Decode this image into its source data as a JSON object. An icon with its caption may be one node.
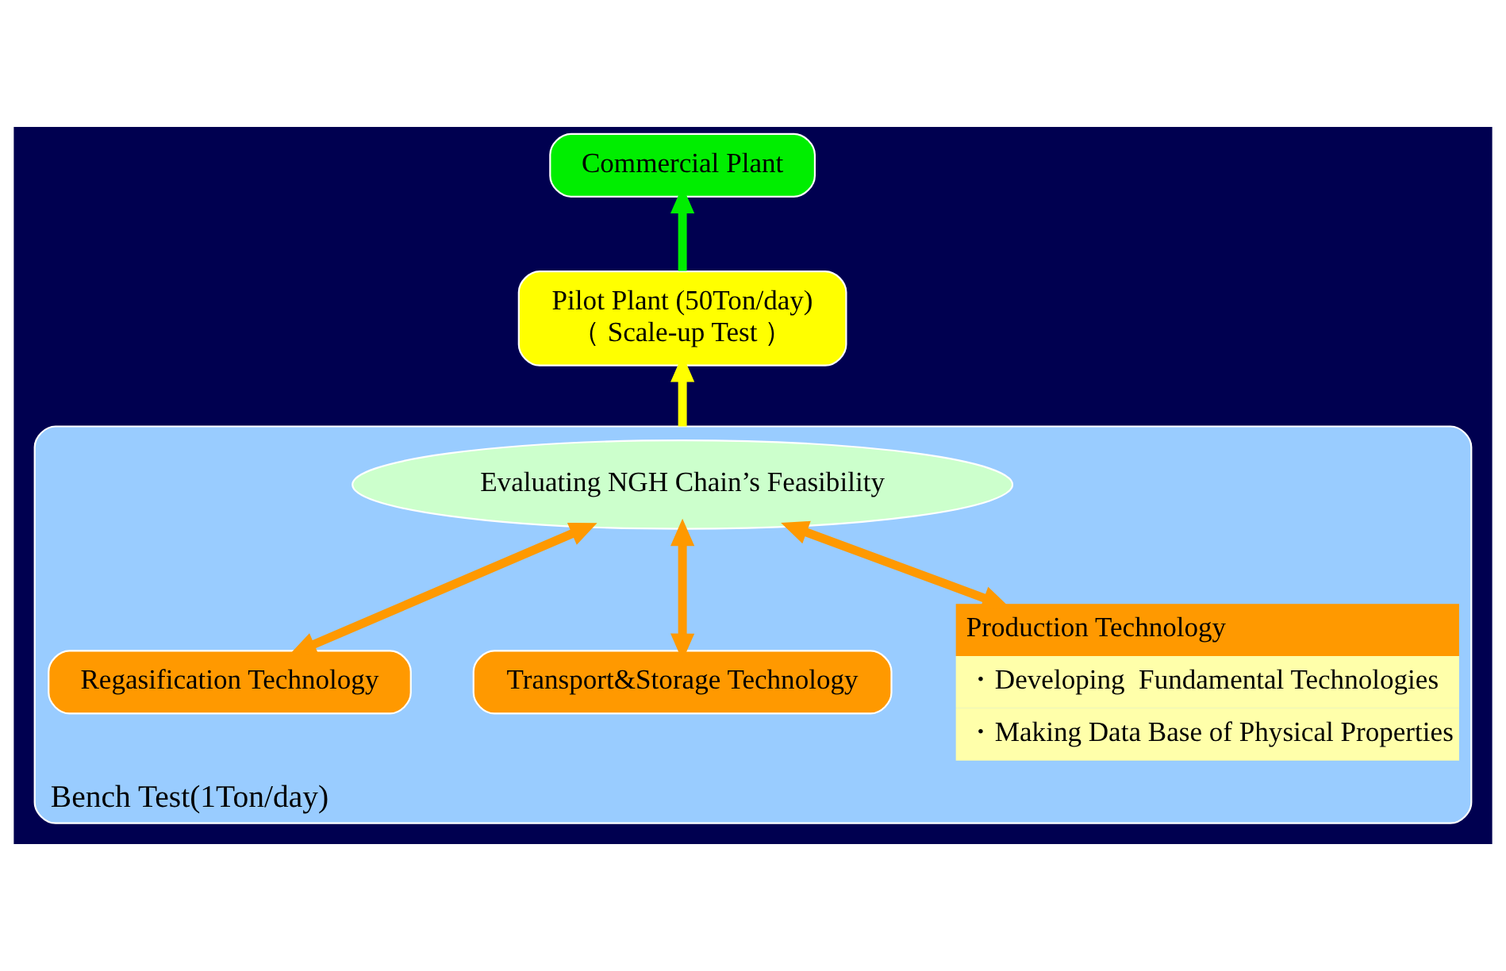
{
  "diagram": {
    "nodes": [
      {
        "text": [
          "Bench Test(1Ton/day)"
        ]
      },
      {
        "text": [
          "Production Technology",
          "・Developing  Fundamental Technologies",
          "・Making Data Base of Physical Properties"
        ],
        "in": 0
      },
      {
        "text": [
          "Evaluating NGH Chain’s Feasibility"
        ],
        "in": 0
      },
      {
        "text": [
          "Transport&Storage Technology"
        ],
        "in": 0
      },
      {
        "text": [
          "Regasification Technology"
        ],
        "in": 0
      },
      {
        "text": [
          "Pilot Plant (50Ton/day)",
          "（ Scale-up Test ）"
        ]
      },
      {
        "text": [
          "Commercial Plant"
        ]
      }
    ],
    "edges": [
      {
        "from": 2,
        "to": 1,
        "arrow": "both"
      },
      {
        "from": 2,
        "to": 3,
        "arrow": "both"
      },
      {
        "from": 2,
        "to": 4,
        "arrow": "both"
      },
      {
        "from": 0,
        "to": 5,
        "arrow": "to",
        "color": "#ffff00"
      },
      {
        "from": 5,
        "to": 6,
        "arrow": "to",
        "color": "#00ee00"
      }
    ]
  }
}
